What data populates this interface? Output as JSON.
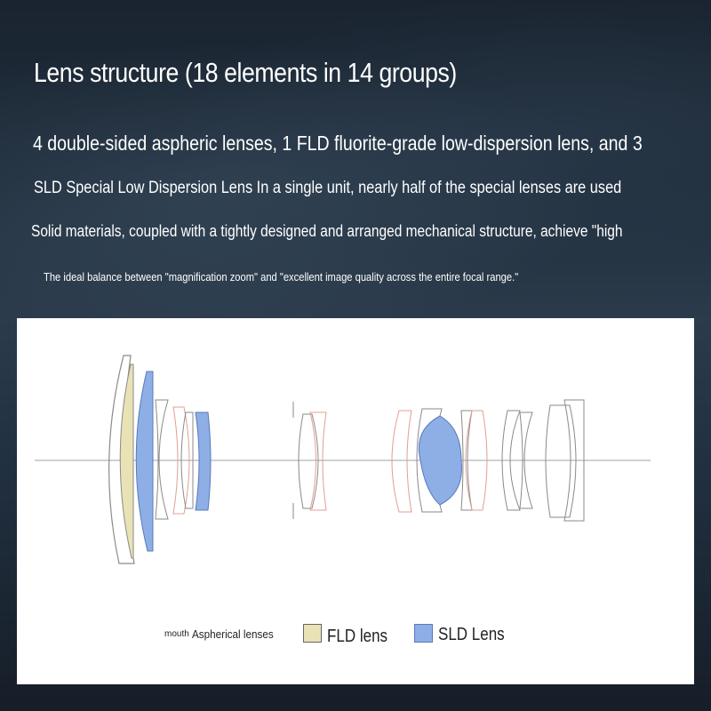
{
  "header": {
    "title": "Lens structure (18 elements in 14 groups)"
  },
  "description": {
    "line1": "4 double-sided aspheric lenses, 1 FLD fluorite-grade low-dispersion lens, and 3",
    "line2": "SLD Special Low Dispersion Lens In a single unit, nearly half of the special lenses are used",
    "line3": "Solid materials, coupled with a tightly designed and arranged mechanical structure, achieve \"high",
    "line4": "The ideal balance between \"magnification zoom\" and \"excellent image quality across the entire focal range.\""
  },
  "legend": {
    "aspherical_prefix": "mouth",
    "aspherical_label": "Aspherical lenses",
    "fld_label": "FLD lens",
    "sld_label": "SLD Lens",
    "colors": {
      "fld": "#e9e2b5",
      "sld": "#8eaee6",
      "aspherical_outline": "#e0a090",
      "standard_outline": "#888888"
    }
  }
}
